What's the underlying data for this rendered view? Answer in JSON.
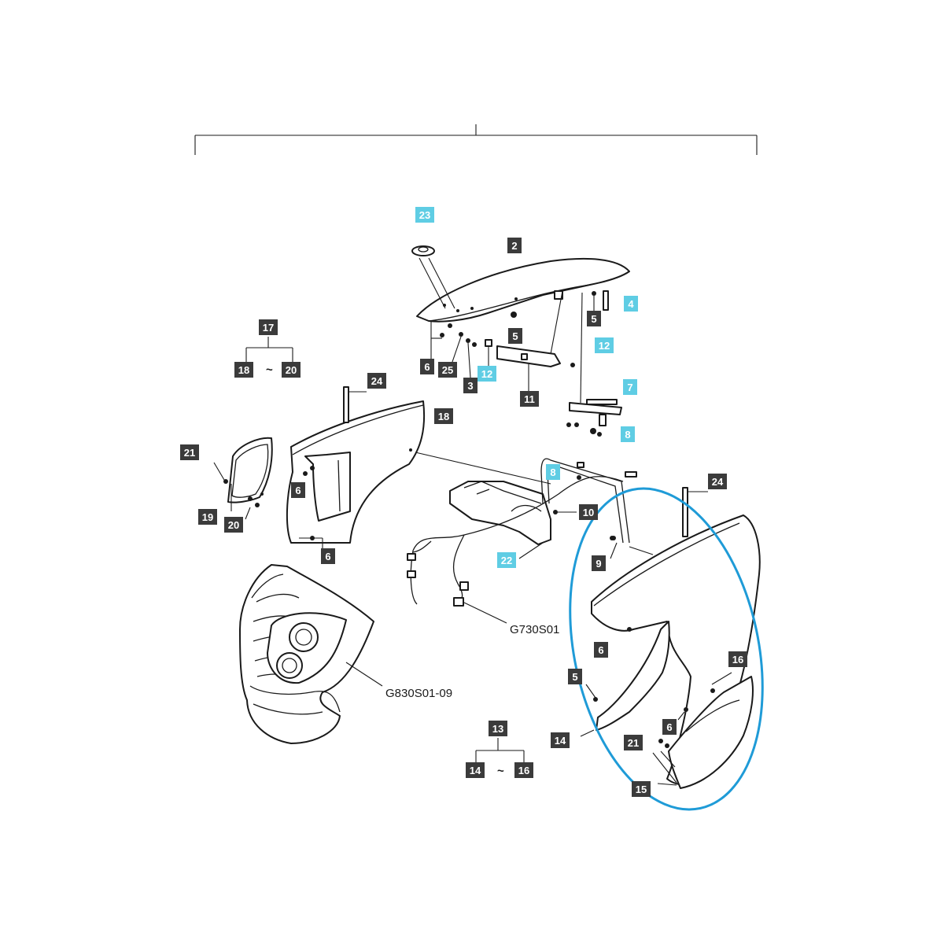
{
  "diagram": {
    "callouts": [
      {
        "id": "c23",
        "text": "23",
        "style": "cyan"
      },
      {
        "id": "c2",
        "text": "2",
        "style": "dark"
      },
      {
        "id": "c4",
        "text": "4",
        "style": "cyan"
      },
      {
        "id": "c5a",
        "text": "5",
        "style": "dark"
      },
      {
        "id": "c5b",
        "text": "5",
        "style": "dark"
      },
      {
        "id": "c12a",
        "text": "12",
        "style": "cyan"
      },
      {
        "id": "c12b",
        "text": "12",
        "style": "cyan"
      },
      {
        "id": "c6a",
        "text": "6",
        "style": "dark"
      },
      {
        "id": "c25",
        "text": "25",
        "style": "dark"
      },
      {
        "id": "c3",
        "text": "3",
        "style": "dark"
      },
      {
        "id": "c11",
        "text": "11",
        "style": "dark"
      },
      {
        "id": "c7",
        "text": "7",
        "style": "cyan"
      },
      {
        "id": "c8a",
        "text": "8",
        "style": "cyan"
      },
      {
        "id": "c17",
        "text": "17",
        "style": "dark"
      },
      {
        "id": "c18a",
        "text": "18",
        "style": "dark"
      },
      {
        "id": "c20a",
        "text": "20",
        "style": "dark"
      },
      {
        "id": "c24a",
        "text": "24",
        "style": "dark"
      },
      {
        "id": "c18b",
        "text": "18",
        "style": "dark"
      },
      {
        "id": "c21a",
        "text": "21",
        "style": "dark"
      },
      {
        "id": "c6b",
        "text": "6",
        "style": "dark"
      },
      {
        "id": "c19",
        "text": "19",
        "style": "dark"
      },
      {
        "id": "c20b",
        "text": "20",
        "style": "dark"
      },
      {
        "id": "c6c",
        "text": "6",
        "style": "dark"
      },
      {
        "id": "c8b",
        "text": "8",
        "style": "cyan"
      },
      {
        "id": "c10",
        "text": "10",
        "style": "dark"
      },
      {
        "id": "c22",
        "text": "22",
        "style": "cyan"
      },
      {
        "id": "c24b",
        "text": "24",
        "style": "dark"
      },
      {
        "id": "c9",
        "text": "9",
        "style": "dark"
      },
      {
        "id": "c6d",
        "text": "6",
        "style": "dark"
      },
      {
        "id": "c16",
        "text": "16",
        "style": "dark"
      },
      {
        "id": "c5c",
        "text": "5",
        "style": "dark"
      },
      {
        "id": "c6e",
        "text": "6",
        "style": "dark"
      },
      {
        "id": "c14a",
        "text": "14",
        "style": "dark"
      },
      {
        "id": "c21b",
        "text": "21",
        "style": "dark"
      },
      {
        "id": "c15",
        "text": "15",
        "style": "dark"
      },
      {
        "id": "c13",
        "text": "13",
        "style": "dark"
      },
      {
        "id": "c14b",
        "text": "14",
        "style": "dark"
      },
      {
        "id": "c16b",
        "text": "16",
        "style": "dark"
      }
    ],
    "range_symbol": "~",
    "references": {
      "harness": "G730S01",
      "grille": "G830S01-09"
    },
    "colors": {
      "dark_label": "#3b3b3b",
      "cyan_label": "#5fcde4",
      "highlight_ellipse": "#1f9bd7",
      "line": "#1a1a1a"
    }
  }
}
